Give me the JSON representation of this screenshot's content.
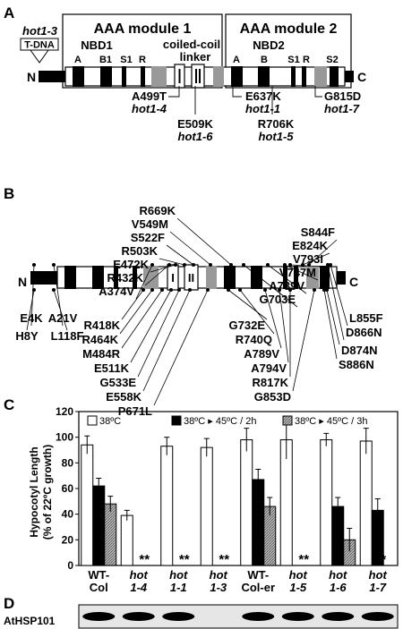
{
  "panels": {
    "A": {
      "label": "A",
      "tdna_allele": "hot1-3",
      "tdna_box": "T-DNA",
      "module1_title": "AAA module 1",
      "module2_title": "AAA module 2",
      "nbd1": "NBD1",
      "nbd2": "NBD2",
      "coiled_coil": "coiled-coil",
      "linker": "linker",
      "motifs1": [
        "A",
        "B1",
        "S1",
        "R"
      ],
      "motifs2": [
        "A",
        "B",
        "S1",
        "R",
        "S2"
      ],
      "n_term": "N",
      "c_term": "C",
      "mutations": [
        {
          "change": "A499T",
          "allele": "hot1-4"
        },
        {
          "change": "E509K",
          "allele": "hot1-6"
        },
        {
          "change": "E637K",
          "allele": "hot1-1"
        },
        {
          "change": "R706K",
          "allele": "hot1-5"
        },
        {
          "change": "G815D",
          "allele": "hot1-7"
        }
      ]
    },
    "B": {
      "label": "B",
      "n_term": "N",
      "c_term": "C",
      "linker_marks": [
        "I",
        "II"
      ],
      "upper_labels": [
        "R669K",
        "V549M",
        "S522F",
        "R503K",
        "E472K",
        "R432K",
        "A374V",
        "E4K",
        "A21V",
        "S844F",
        "E824K",
        "V793I",
        "V747M",
        "A739V",
        "G703E",
        "L855F",
        "D866N"
      ],
      "lower_labels": [
        "H8Y",
        "L118F",
        "R418K",
        "R464K",
        "M484R",
        "E511K",
        "G533E",
        "E558K",
        "P671L",
        "G732E",
        "R740Q",
        "A789V",
        "A794V",
        "R817K",
        "G853D",
        "D874N",
        "S886N"
      ]
    },
    "C": {
      "label": "C",
      "ylabel_line1": "Hypocotyl Length",
      "ylabel_line2": "(% of 22ºC growth)"
    },
    "D": {
      "label": "D",
      "blot_label": "AtHSP101"
    }
  },
  "chart_data": {
    "type": "bar",
    "categories": [
      "WT-Col",
      "hot 1-4",
      "hot 1-1",
      "hot 1-3",
      "WT-Col-er",
      "hot 1-5",
      "hot 1-6",
      "hot 1-7"
    ],
    "category_lines": [
      [
        "WT-",
        "Col"
      ],
      [
        "hot",
        "1-4"
      ],
      [
        "hot",
        "1-1"
      ],
      [
        "hot",
        "1-3"
      ],
      [
        "WT-",
        "Col-er"
      ],
      [
        "hot",
        "1-5"
      ],
      [
        "hot",
        "1-6"
      ],
      [
        "hot",
        "1-7"
      ]
    ],
    "series": [
      {
        "name": "38ºC",
        "values": [
          94,
          39,
          93,
          92,
          98,
          98,
          98,
          97
        ],
        "errors": [
          7,
          4,
          7,
          7,
          9,
          15,
          5,
          10
        ],
        "color": "#ffffff"
      },
      {
        "name": "38ºC ▸ 45ºC / 2h",
        "values": [
          62,
          0,
          0,
          0,
          67,
          0,
          46,
          43
        ],
        "errors": [
          6,
          0,
          0,
          0,
          8,
          0,
          7,
          9
        ],
        "color": "#000000"
      },
      {
        "name": "38ºC ▸ 45ºC / 3h",
        "values": [
          48,
          0,
          0,
          0,
          46,
          0,
          20,
          0
        ],
        "errors": [
          6,
          0,
          0,
          0,
          7,
          0,
          9,
          0
        ],
        "color": "#a0a0a0"
      }
    ],
    "markers": [
      "",
      "**",
      "**",
      "**",
      "",
      "**",
      "",
      "*"
    ],
    "ylabel": "Hypocotyl Length (% of 22ºC growth)",
    "ylim": [
      0,
      120
    ],
    "yticks": [
      0,
      20,
      40,
      60,
      80,
      100,
      120
    ]
  },
  "blot_presence": [
    1,
    1,
    1,
    0,
    1,
    1,
    1,
    1
  ]
}
